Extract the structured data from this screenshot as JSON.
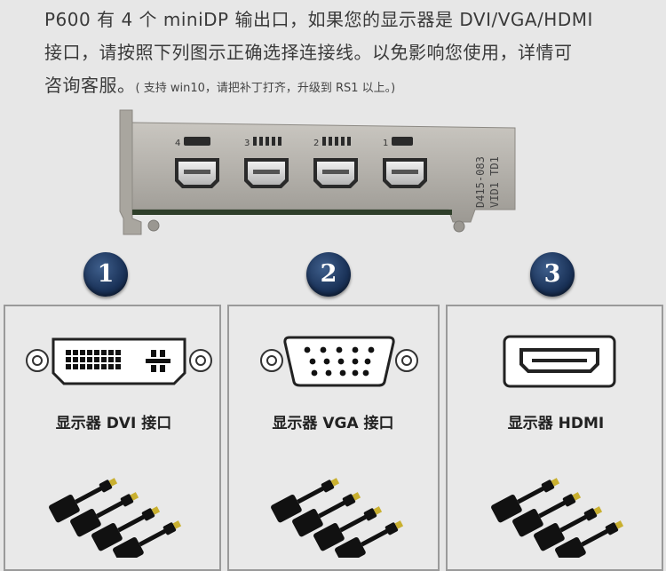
{
  "intro": {
    "line1": "P600 有 4 个 miniDP 输出口，如果您的显示器是 DVI/VGA/HDMI",
    "line2": "接口，请按照下列图示正确选择连接线。以免影响您使用，详情可",
    "line3": "咨询客服。",
    "note": "( 支持 win10，请把补丁打齐，升级到 RS1 以上。)"
  },
  "card": {
    "port_numbers": [
      "4",
      "3",
      "2",
      "1"
    ],
    "bracket_text": [
      "D415-083",
      "VID1 TD1"
    ]
  },
  "options": [
    {
      "number": "1",
      "label": "显示器 DVI 接口",
      "icon": "dvi-port-icon"
    },
    {
      "number": "2",
      "label": "显示器 VGA 接口",
      "icon": "vga-port-icon"
    },
    {
      "number": "3",
      "label": "显示器 HDMI",
      "icon": "hdmi-port-icon"
    }
  ],
  "colors": {
    "background": "#e7e7e7",
    "badge": "#1a3258",
    "panel_border": "#9a9a9a"
  }
}
